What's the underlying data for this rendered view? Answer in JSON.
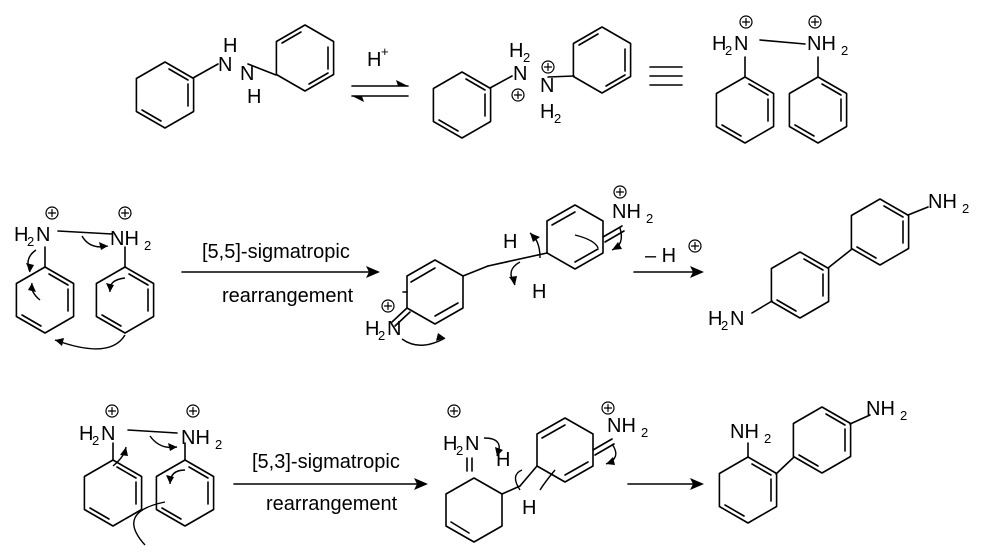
{
  "reagent_h_plus": "H",
  "plus_sign": "+",
  "atom_h": "H",
  "atom_n": "N",
  "nh2": "NH",
  "h2n": "H",
  "subscript_2": "2",
  "minus_h": "– H",
  "step1_condition_top": "[5,5]-sigmatropic",
  "step1_condition_bottom": "rearrangement",
  "step2_condition_top": "[5,3]-sigmatropic",
  "step2_condition_bottom": "rearrangement"
}
